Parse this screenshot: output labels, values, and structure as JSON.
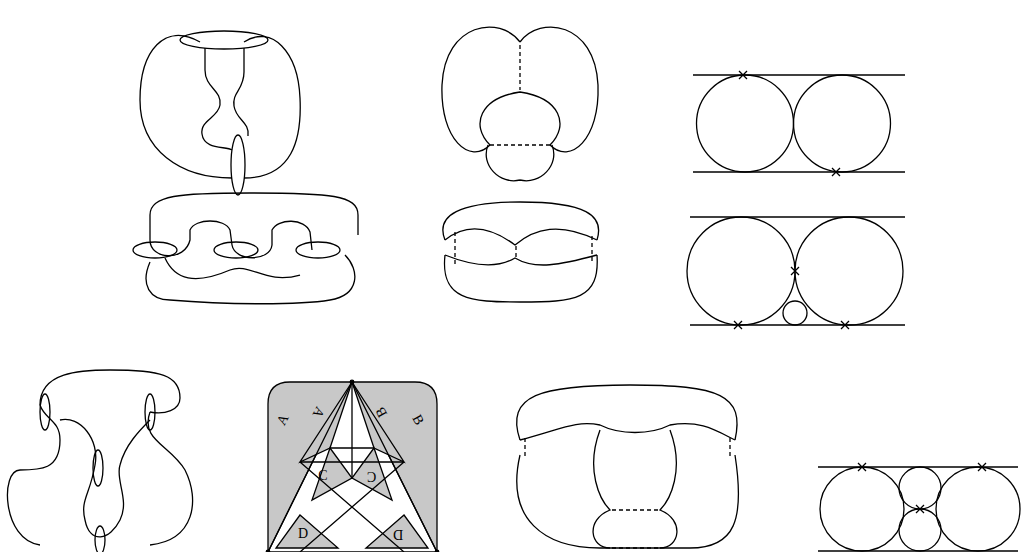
{
  "diagram": {
    "labels": [
      "A",
      "A",
      "B",
      "B",
      "C",
      "C",
      "D",
      "D"
    ]
  }
}
